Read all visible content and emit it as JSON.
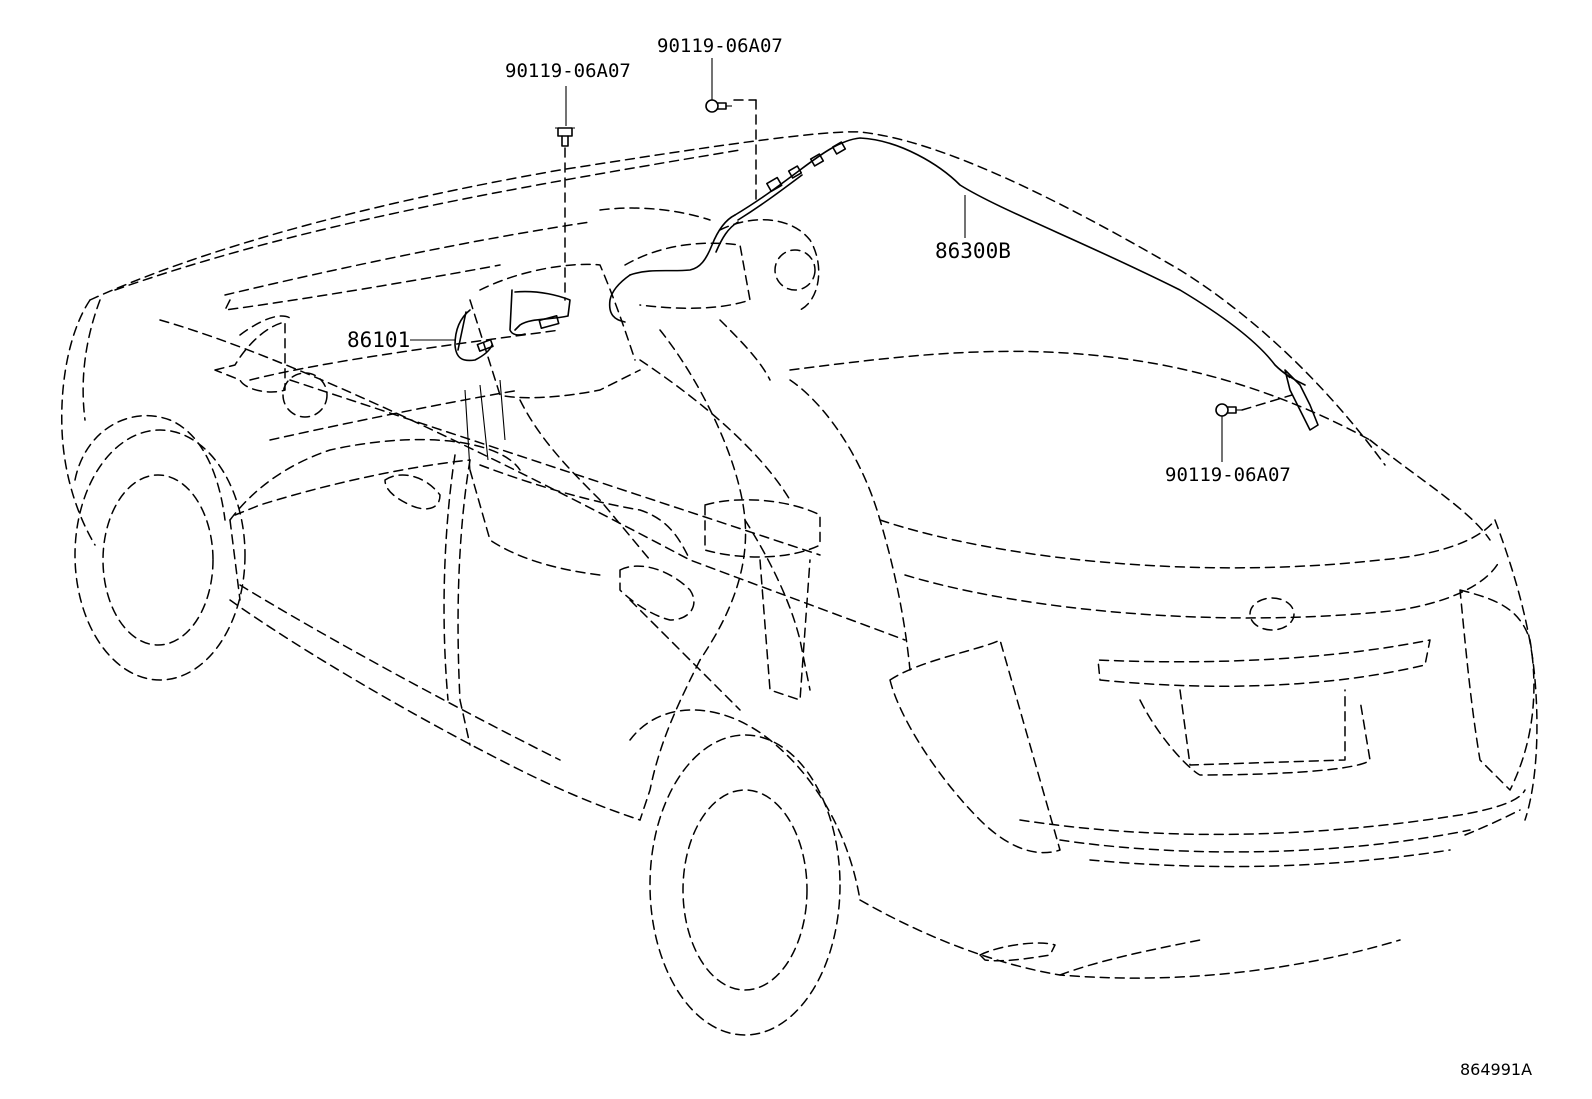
{
  "callouts": {
    "clip_left": "90119-06A07",
    "clip_top": "90119-06A07",
    "clip_right": "90119-06A07",
    "antenna_cord": "86300B",
    "antenna_front": "86101"
  },
  "figure_id": "864991A",
  "icons": {
    "clip": "clip-icon",
    "car": "car-icon"
  },
  "colors": {
    "ink": "#000000",
    "paper": "#ffffff"
  }
}
